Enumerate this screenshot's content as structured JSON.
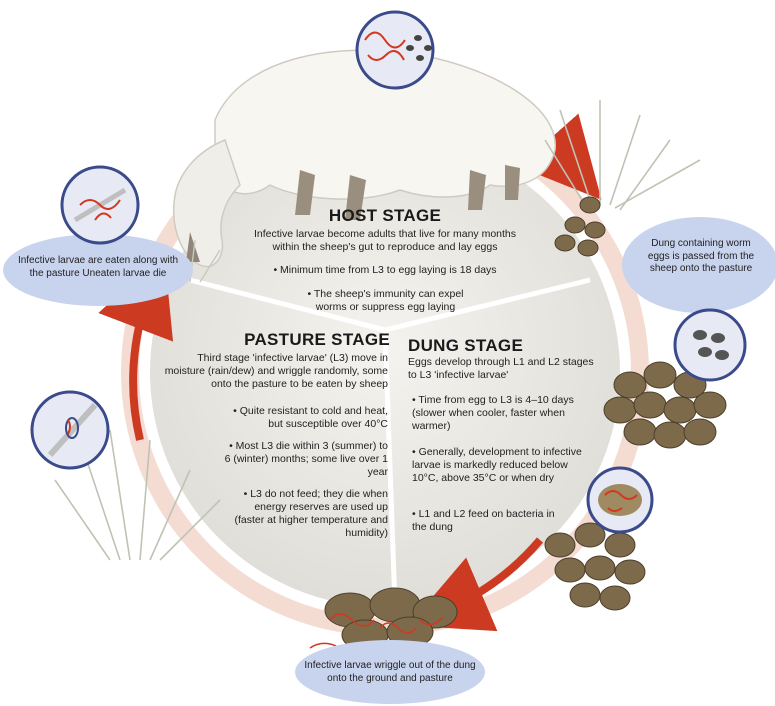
{
  "host": {
    "title": "HOST STAGE",
    "intro": "Infective larvae become adults that live for many months within the sheep's gut to reproduce and lay eggs",
    "bullets": [
      "• Minimum time from L3 to egg laying is 18 days",
      "• The sheep's immunity can expel worms or suppress egg laying"
    ]
  },
  "pasture": {
    "title": "PASTURE STAGE",
    "intro": "Third stage 'infective larvae' (L3) move in moisture (rain/dew) and wriggle randomly, some onto the pasture to be eaten by sheep",
    "bullets": [
      "• Quite resistant to cold and heat, but susceptible over 40°C",
      "• Most L3 die within 3 (summer) to 6 (winter) months; some live over 1 year",
      "• L3 do not feed; they die when energy reserves are used up (faster at higher temperature and humidity)"
    ]
  },
  "dung": {
    "title": "DUNG STAGE",
    "intro": "Eggs develop through L1 and L2 stages to L3 'infective larvae'",
    "bullets": [
      "• Time from egg to L3 is 4–10 days (slower when cooler, faster when warmer)",
      "• Generally, development to infective larvae is markedly reduced below 10°C, above 35°C or when dry",
      "• L1 and L2 feed on bacteria in the dung"
    ]
  },
  "callouts": {
    "left": "Infective larvae are eaten along with the pasture Uneaten larvae die",
    "right": "Dung containing worm eggs is passed from the sheep onto the pasture",
    "bottom": "Infective larvae wriggle out of the dung onto the ground and pasture"
  },
  "colors": {
    "disc": "#ecebe7",
    "arrow": "#cc3a22",
    "callout": "#c8d3ee",
    "dung": "#7d6a4b",
    "larvae": "#d4371f"
  }
}
